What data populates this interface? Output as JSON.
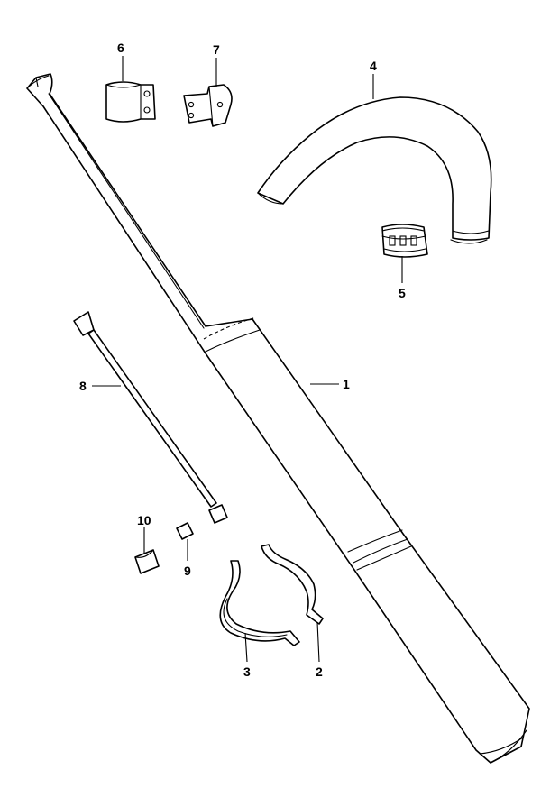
{
  "callouts": {
    "p1": "1",
    "p2": "2",
    "p3": "3",
    "p4": "4",
    "p5": "5",
    "p6": "6",
    "p7": "7",
    "p8": "8",
    "p9": "9",
    "p10": "10"
  }
}
